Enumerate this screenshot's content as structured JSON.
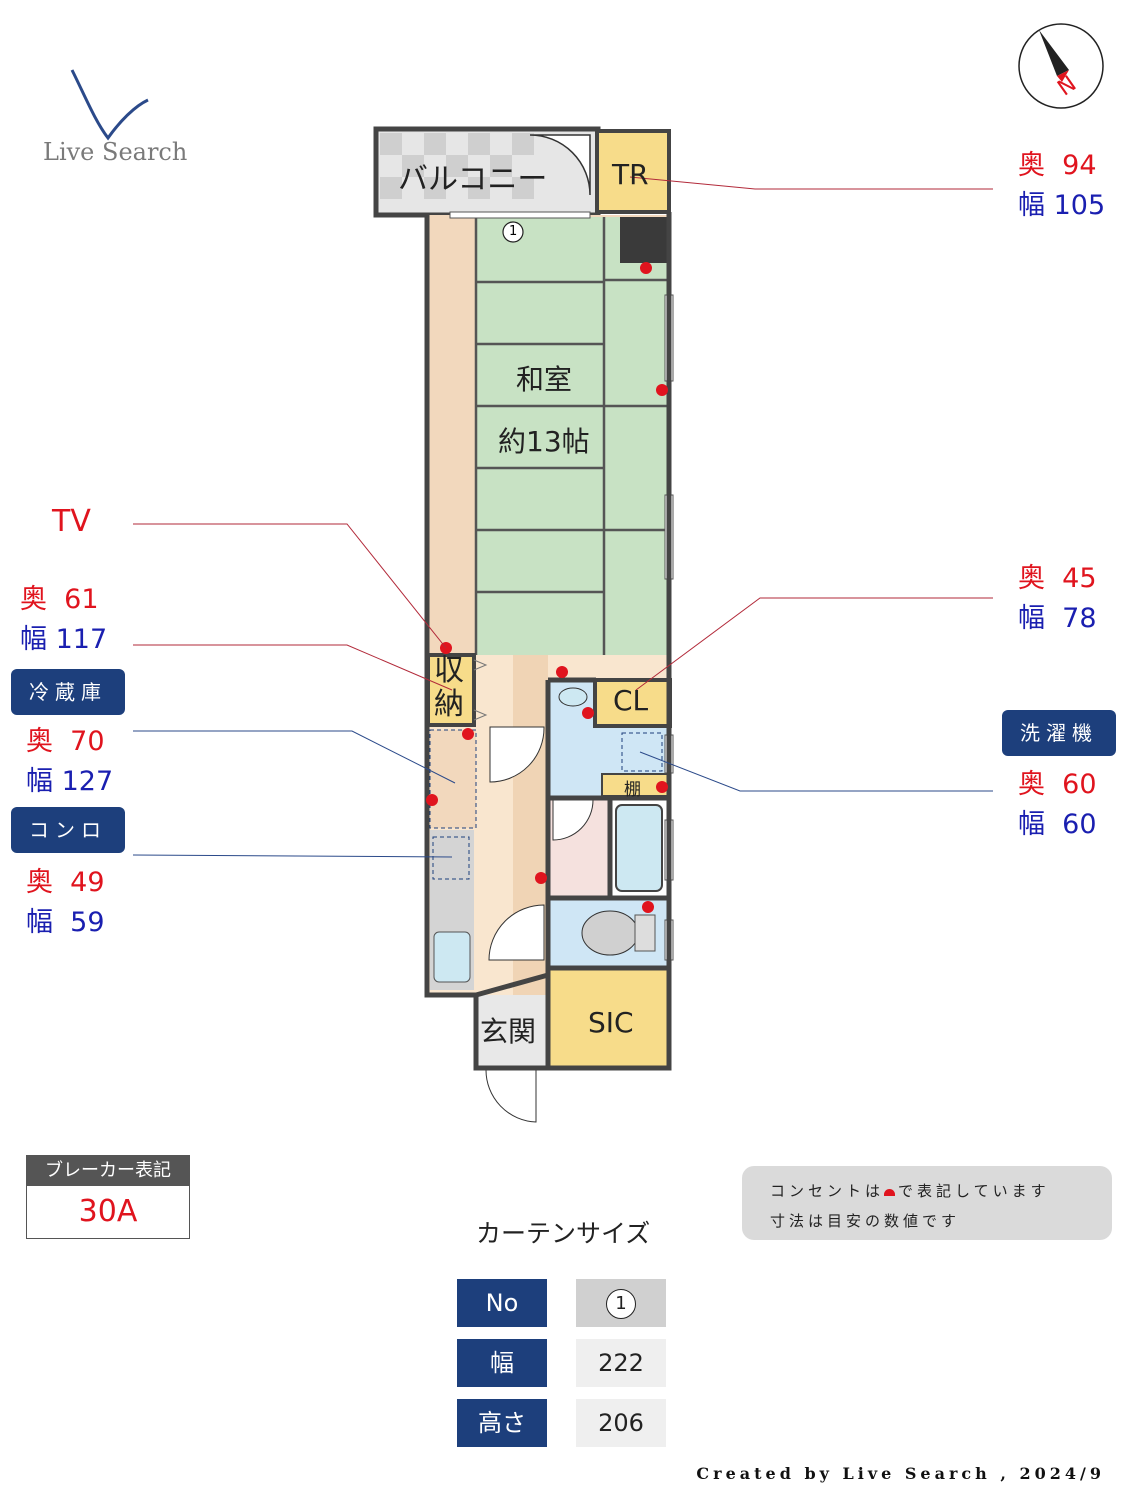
{
  "logo": {
    "text": "Live Search"
  },
  "compass": {
    "label": "N"
  },
  "rooms": {
    "balcony": "バルコニー",
    "tr": "TR",
    "washitsu_name": "和室",
    "washitsu_size": "約13帖",
    "storage": "収納",
    "closet": "CL",
    "shelf": "棚",
    "entrance": "玄関",
    "sic": "SIC",
    "window_no": "1"
  },
  "annotations": {
    "tr": {
      "depth_label": "奥",
      "depth": "94",
      "width_label": "幅",
      "width": "105"
    },
    "tv": {
      "title": "TV",
      "depth_label": "奥",
      "depth": "61",
      "width_label": "幅",
      "width": "117"
    },
    "fridge": {
      "title": "冷蔵庫",
      "depth_label": "奥",
      "depth": "70",
      "width_label": "幅",
      "width": "127"
    },
    "stove": {
      "title": "コンロ",
      "depth_label": "奥",
      "depth": "49",
      "width_label": "幅",
      "width": "59"
    },
    "cl": {
      "depth_label": "奥",
      "depth": "45",
      "width_label": "幅",
      "width": "78"
    },
    "washer": {
      "title": "洗濯機",
      "depth_label": "奥",
      "depth": "60",
      "width_label": "幅",
      "width": "60"
    }
  },
  "breaker": {
    "title": "ブレーカー表記",
    "value": "30A"
  },
  "notes": {
    "line1_a": "コンセントは",
    "line1_b": "で表記しています",
    "line2": "寸法は目安の数値です"
  },
  "curtain": {
    "title": "カーテンサイズ",
    "rows": [
      {
        "header": "No",
        "value": "1"
      },
      {
        "header": "幅",
        "value": "222"
      },
      {
        "header": "高さ",
        "value": "206"
      }
    ]
  },
  "footer": {
    "credit": "Created by Live Search , 2024/9"
  },
  "colors": {
    "accent_red": "#e0141e",
    "accent_blue": "#1a1fb0",
    "tag_navy": "#1d3f7c",
    "tatami": "#c8e2c4",
    "storage_yellow": "#f7dc8a"
  }
}
